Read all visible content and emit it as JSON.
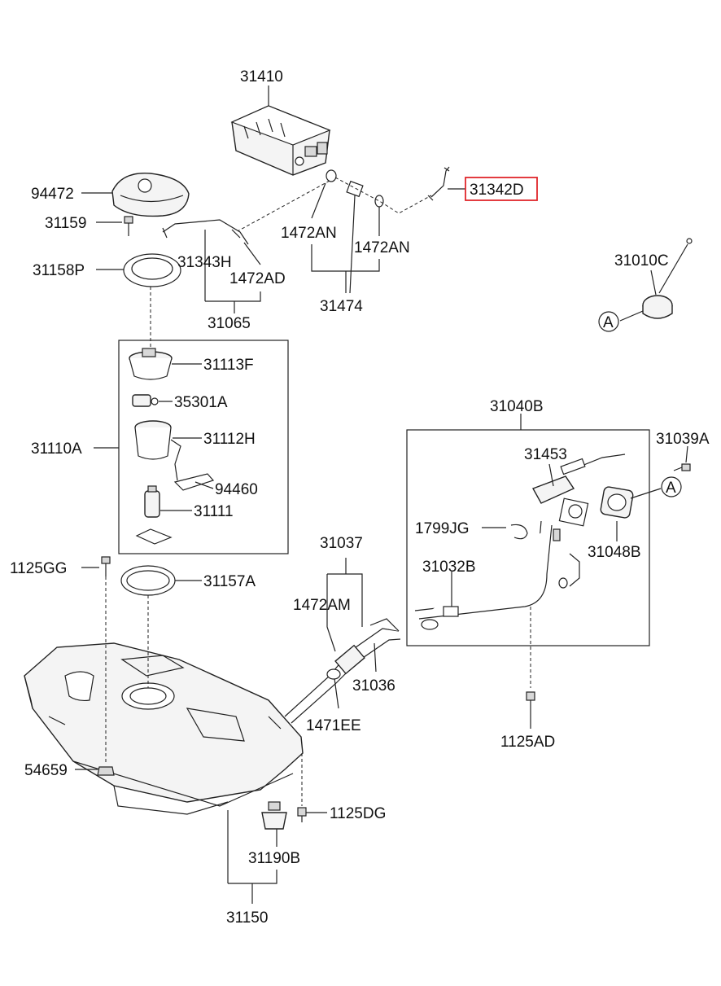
{
  "labels": {
    "p31410": "31410",
    "p31342D": "31342D",
    "p94472": "94472",
    "p31159": "31159",
    "p31158P": "31158P",
    "p31343H": "31343H",
    "p1472AD": "1472AD",
    "p31065": "31065",
    "p1472AN_left": "1472AN",
    "p1472AN_right": "1472AN",
    "p31474": "31474",
    "p31010C": "31010C",
    "ref_A_cap": "A",
    "p31113F": "31113F",
    "p35301A": "35301A",
    "p31110A": "31110A",
    "p31112H": "31112H",
    "p94460": "94460",
    "p31111": "31111",
    "p31040B": "31040B",
    "p31039A": "31039A",
    "p31453": "31453",
    "ref_A_filler": "A",
    "p1799JG": "1799JG",
    "p31048B": "31048B",
    "p31032B": "31032B",
    "p31037": "31037",
    "p1125GG": "1125GG",
    "p31157A": "31157A",
    "p1472AM": "1472AM",
    "p31036": "31036",
    "p1471EE": "1471EE",
    "p1125AD": "1125AD",
    "p54659": "54659",
    "p1125DG": "1125DG",
    "p31190B": "31190B",
    "p31150": "31150"
  },
  "highlighted_part": "31342D",
  "colors": {
    "highlight": "#e0262b",
    "line": "#222222",
    "background": "#ffffff"
  }
}
